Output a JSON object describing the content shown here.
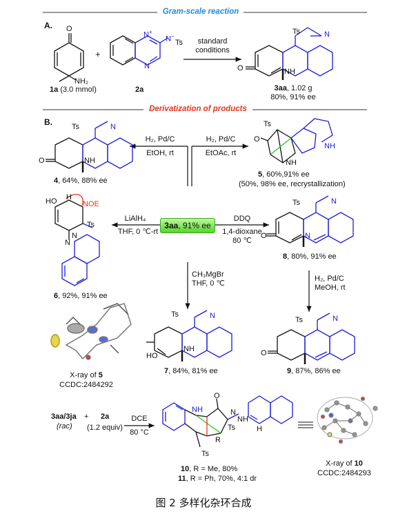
{
  "headers": {
    "gram_scale": "Gram-scale reaction",
    "derivatization": "Derivatization of products"
  },
  "section_a": {
    "label": "A.",
    "sm1_label": "1a",
    "sm1_note": "(3.0 mmol)",
    "plus": "+",
    "sm2_label": "2a",
    "arrow_top": "standard",
    "arrow_bottom": "conditions",
    "product_label": "3aa",
    "product_yield": ", 1.02 g",
    "product_detail": "80%, 91% ee"
  },
  "section_b": {
    "label": "B.",
    "center": {
      "bold": "3aa",
      "rest": ", 91% ee"
    },
    "r_left_top": {
      "l1": "H₂, Pd/C",
      "l2": "EtOH, rt"
    },
    "r_right_top": {
      "l1": "H₂, Pd/C",
      "l2": "EtOAc, rt"
    },
    "r_left": {
      "l1": "LiAlH₄",
      "l2": "THF, 0 ℃-rt"
    },
    "r_right": {
      "l1": "DDQ",
      "l2": "1,4-dioxane",
      "l3": "80 ℃"
    },
    "r_down": {
      "l1": "CH₃MgBr",
      "l2": "THF, 0 ℃"
    },
    "r_right_down": {
      "l1": "H₂, Pd/C",
      "l2": "MeOH, rt"
    },
    "p4": {
      "num": "4",
      "detail": ", 64%, 88% ee"
    },
    "p5": {
      "num": "5",
      "detail": ", 60%,91% ee",
      "detail2": "(50%, 98% ee, recrystallization)"
    },
    "p6": {
      "num": "6",
      "detail": ", 92%, 91% ee"
    },
    "p7": {
      "num": "7",
      "detail": ", 84%, 81% ee"
    },
    "p8": {
      "num": "8",
      "detail": ", 80%, 91% ee"
    },
    "p9": {
      "num": "9",
      "detail": ", 87%, 86% ee"
    },
    "noe": "NOE",
    "xray5": {
      "text": "X-ray of ",
      "num": "5",
      "ccdc": "CCDC:2484292"
    },
    "bottom": {
      "reactant1": "3aa/3ja",
      "rac": "(rac)",
      "plus": "+",
      "reactant2": "2a",
      "equiv": "(1.2 equiv)",
      "arrow_top": "DCE",
      "arrow_bottom": "80 °C",
      "p10": {
        "num": "10",
        "detail": ", R = Me, 80%"
      },
      "p11": {
        "num": "11",
        "detail": ", R = Ph, 70%, 4:1 dr"
      },
      "r_group": "R",
      "xray10": {
        "text": "X-ray of ",
        "num": "10",
        "ccdc": "CCDC:2484293"
      }
    }
  },
  "atoms": {
    "ts": "Ts",
    "n": "N",
    "nh": "NH",
    "h": "H",
    "o": "O",
    "ho": "HO",
    "nh2": "NH₂",
    "plus": "+",
    "minus": "–"
  },
  "caption": "图 2  多样化杂环合成",
  "colors": {
    "bond": "#111111",
    "heteroatom_blue": "#1a1adb",
    "new_bond_red": "#e8341c",
    "header_blue": "#1f8ad8"
  }
}
